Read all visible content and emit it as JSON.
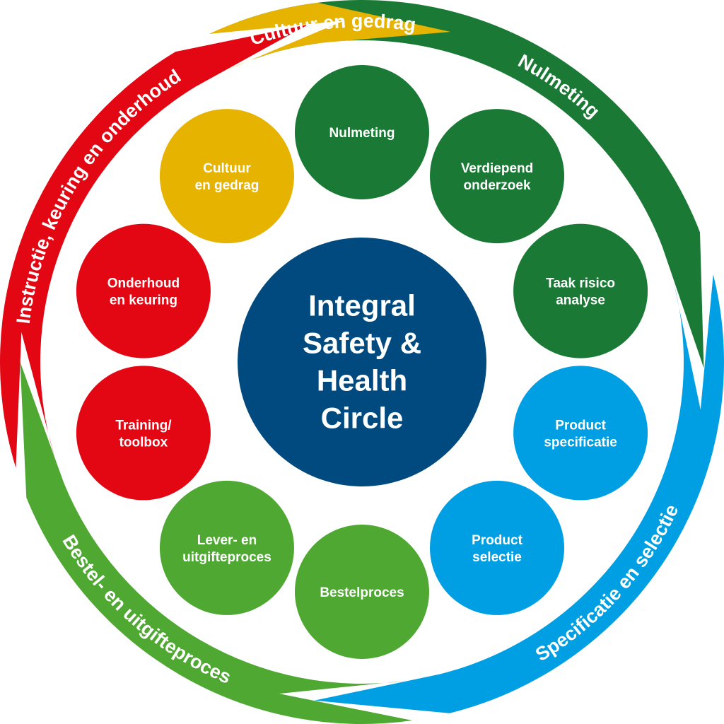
{
  "center": {
    "lines": [
      "Integral",
      "Safety &",
      "Health",
      "Circle"
    ],
    "color": "#004a80"
  },
  "ring": [
    {
      "label": "Nulmeting",
      "color": "#1a7a35"
    },
    {
      "label": "Specificatie en selectie",
      "color": "#009fe3"
    },
    {
      "label": "Bestel- en uitgifteproces",
      "color": "#4ea832"
    },
    {
      "label": "Instructie, keuring en onderhoud",
      "color": "#e30613"
    },
    {
      "label": "Cultuur en gedrag",
      "color": "#e6b300"
    }
  ],
  "nodes": [
    {
      "lines": [
        "Nulmeting"
      ],
      "color": "#1a7a35"
    },
    {
      "lines": [
        "Verdiepend",
        "onderzoek"
      ],
      "color": "#1a7a35"
    },
    {
      "lines": [
        "Taak risico",
        "analyse"
      ],
      "color": "#1a7a35"
    },
    {
      "lines": [
        "Product",
        "specificatie"
      ],
      "color": "#009fe3"
    },
    {
      "lines": [
        "Product",
        "selectie"
      ],
      "color": "#009fe3"
    },
    {
      "lines": [
        "Bestelproces"
      ],
      "color": "#4ea832"
    },
    {
      "lines": [
        "Lever- en",
        "uitgifteproces"
      ],
      "color": "#4ea832"
    },
    {
      "lines": [
        "Training/",
        "toolbox"
      ],
      "color": "#e30613"
    },
    {
      "lines": [
        "Onderhoud",
        "en keuring"
      ],
      "color": "#e30613"
    },
    {
      "lines": [
        "Cultuur",
        "en gedrag"
      ],
      "color": "#e6b300"
    }
  ]
}
